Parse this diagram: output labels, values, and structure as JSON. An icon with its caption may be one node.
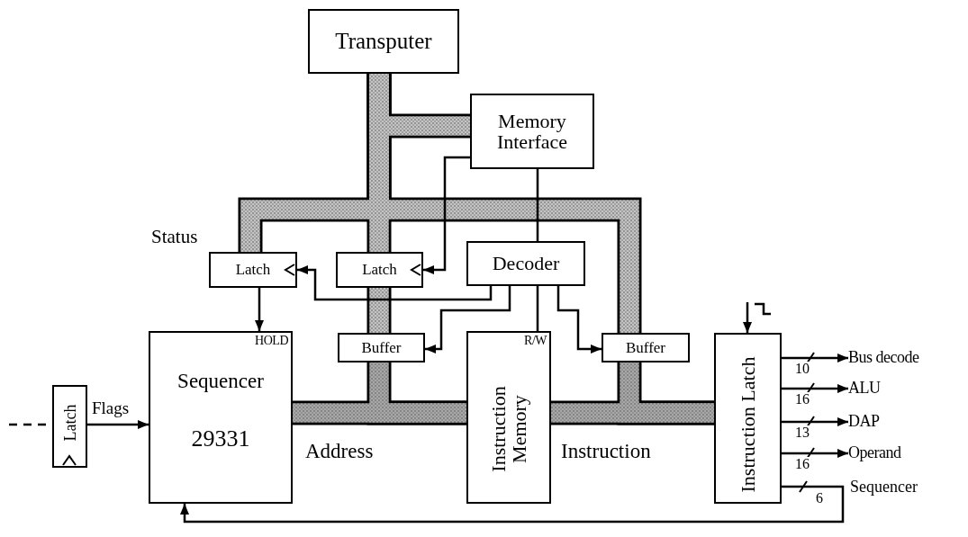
{
  "diagram": {
    "nodes": [
      {
        "text": [
          "Transputer"
        ]
      },
      {
        "text": [
          "Memory Interface"
        ]
      },
      {
        "text": [
          "Latch"
        ]
      },
      {
        "text": [
          "Latch"
        ]
      },
      {
        "text": [
          "Decoder"
        ]
      },
      {
        "text": [
          "HOLD",
          "Sequencer",
          "29331"
        ]
      },
      {
        "text": [
          "Buffer"
        ]
      },
      {
        "text": [
          "R/W",
          "Instruction Memory"
        ]
      },
      {
        "text": [
          "Buffer"
        ]
      },
      {
        "text": [
          "Instruction Latch"
        ]
      },
      {
        "text": [
          "Latch"
        ]
      },
      {
        "text": [
          "Bus decode"
        ]
      },
      {
        "text": [
          "ALU"
        ]
      },
      {
        "text": [
          "DAP"
        ]
      },
      {
        "text": [
          "Operand"
        ]
      }
    ],
    "edges": [
      {
        "from": 0,
        "to": 3,
        "arrow": "none",
        "style": "thick",
        "color": "#c4c4c4"
      },
      {
        "from": 1,
        "to": 0,
        "arrow": "none",
        "style": "thick",
        "color": "#c4c4c4"
      },
      {
        "from": 0,
        "to": 2,
        "arrow": "none",
        "style": "thick",
        "color": "#c4c4c4"
      },
      {
        "from": 0,
        "to": 8,
        "arrow": "none",
        "style": "thick",
        "color": "#c4c4c4"
      },
      {
        "from": 3,
        "to": 6,
        "arrow": "none",
        "style": "thick",
        "color": "#c4c4c4"
      },
      {
        "from": 6,
        "to": 7,
        "arrow": "none",
        "style": "thick",
        "color": "#a8a8a8"
      },
      {
        "from": 5,
        "to": 7,
        "arrow": "none",
        "style": "thick",
        "color": "#a8a8a8",
        "label": "Address"
      },
      {
        "from": 7,
        "to": 9,
        "arrow": "none",
        "style": "thick",
        "color": "#a8a8a8",
        "label": "Instruction"
      },
      {
        "from": 8,
        "to": 9,
        "arrow": "none",
        "style": "thick",
        "color": "#a8a8a8"
      },
      {
        "from": 1,
        "to": 3,
        "arrow": "to"
      },
      {
        "from": 1,
        "to": 4,
        "arrow": "none"
      },
      {
        "from": 4,
        "to": 2,
        "arrow": "to"
      },
      {
        "from": 4,
        "to": 6,
        "arrow": "to"
      },
      {
        "from": 4,
        "to": 7,
        "arrow": "none"
      },
      {
        "from": 4,
        "to": 8,
        "arrow": "to"
      },
      {
        "from": 2,
        "to": 5,
        "arrow": "to"
      },
      {
        "from": 10,
        "to": 5,
        "arrow": "to",
        "label": "Flags"
      },
      {
        "from": null,
        "to": 10,
        "arrow": "none",
        "style": "dashed"
      },
      {
        "from": null,
        "to": 9,
        "arrow": "to"
      },
      {
        "from": 9,
        "to": 11,
        "arrow": "to",
        "label": "10"
      },
      {
        "from": 9,
        "to": 12,
        "arrow": "to",
        "label": "16"
      },
      {
        "from": 9,
        "to": 13,
        "arrow": "to",
        "label": "13"
      },
      {
        "from": 9,
        "to": 14,
        "arrow": "to",
        "label": "16"
      },
      {
        "from": 9,
        "to": 5,
        "arrow": "to",
        "label": "6"
      }
    ],
    "labels": [
      "Status",
      "Sequencer"
    ]
  }
}
